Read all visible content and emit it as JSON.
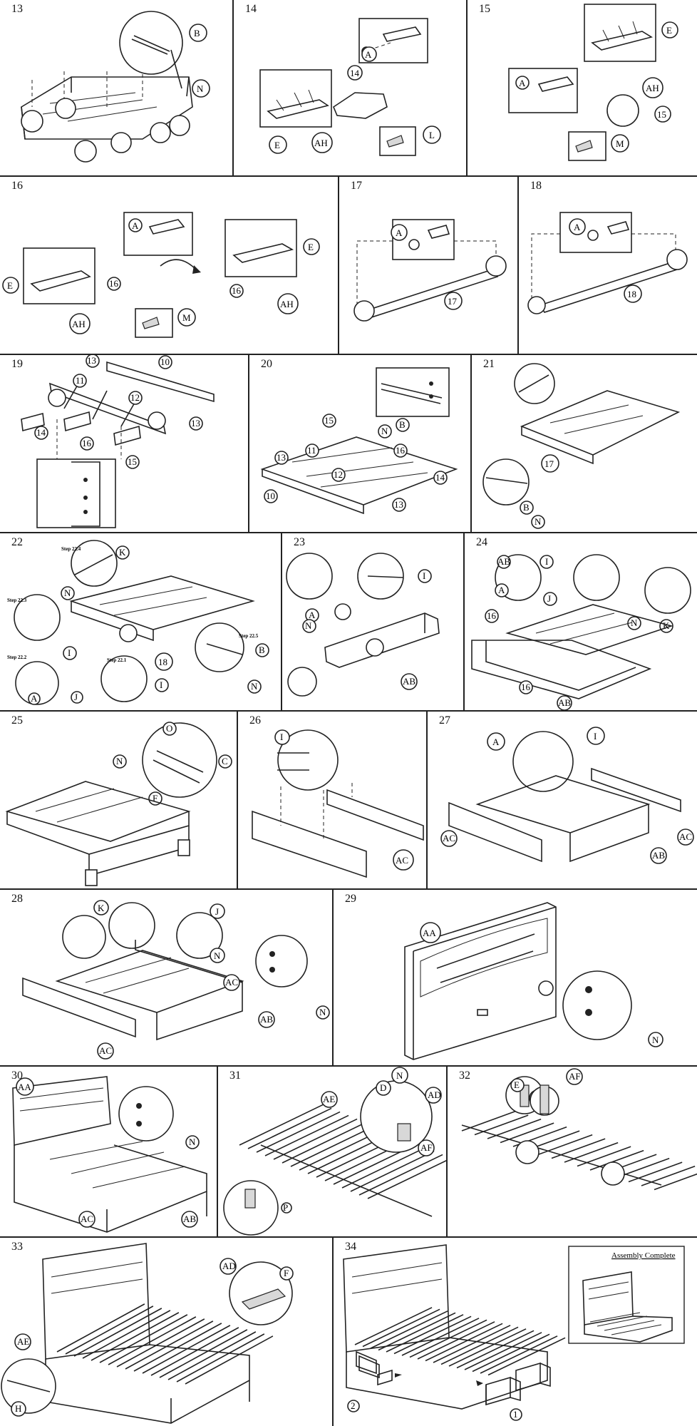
{
  "steps": {
    "s13": {
      "number": "13",
      "labels": [
        "B",
        "N"
      ]
    },
    "s14": {
      "number": "14",
      "labels": [
        "A",
        "14",
        "E",
        "AH",
        "L"
      ]
    },
    "s15": {
      "number": "15",
      "labels": [
        "E",
        "A",
        "AH",
        "15",
        "M"
      ]
    },
    "s16": {
      "number": "16",
      "labels": [
        "A",
        "16",
        "E",
        "E",
        "16",
        "AH",
        "AH",
        "M"
      ]
    },
    "s17": {
      "number": "17",
      "labels": [
        "A",
        "17"
      ]
    },
    "s18": {
      "number": "18",
      "labels": [
        "A",
        "18"
      ]
    },
    "s19": {
      "number": "19",
      "labels": [
        "10",
        "13",
        "11",
        "12",
        "13",
        "14",
        "16",
        "15"
      ]
    },
    "s20": {
      "number": "20",
      "labels": [
        "15",
        "N",
        "B",
        "11",
        "16",
        "13",
        "12",
        "14",
        "10",
        "13"
      ]
    },
    "s21": {
      "number": "21",
      "labels": [
        "17",
        "B",
        "N"
      ]
    },
    "s22": {
      "number": "22",
      "labels": [
        "K",
        "N",
        "I",
        "A",
        "J",
        "18",
        "B",
        "N",
        "I"
      ],
      "sublabels": [
        "Step 22.4",
        "Step 22.3",
        "Step 22.2",
        "Step 22.1",
        "Step 22.5"
      ]
    },
    "s23": {
      "number": "23",
      "labels": [
        "I",
        "A",
        "N",
        "AB"
      ]
    },
    "s24": {
      "number": "24",
      "labels": [
        "AB",
        "I",
        "A",
        "J",
        "16",
        "N",
        "K",
        "16",
        "AB"
      ]
    },
    "s25": {
      "number": "25",
      "labels": [
        "O",
        "N",
        "C",
        "F"
      ]
    },
    "s26": {
      "number": "26",
      "labels": [
        "I",
        "AC"
      ]
    },
    "s27": {
      "number": "27",
      "labels": [
        "A",
        "I",
        "AC",
        "AC",
        "AB"
      ]
    },
    "s28": {
      "number": "28",
      "labels": [
        "K",
        "J",
        "N",
        "AC",
        "AB",
        "AC",
        "N"
      ]
    },
    "s29": {
      "number": "29",
      "labels": [
        "AA",
        "N"
      ]
    },
    "s30": {
      "number": "30",
      "labels": [
        "AA",
        "N",
        "AC",
        "AB"
      ]
    },
    "s31": {
      "number": "31",
      "labels": [
        "N",
        "AE",
        "D",
        "AD",
        "AF",
        "P"
      ]
    },
    "s32": {
      "number": "32",
      "labels": [
        "E",
        "AF"
      ]
    },
    "s33": {
      "number": "33",
      "labels": [
        "AD",
        "F",
        "AE",
        "H"
      ]
    },
    "s34": {
      "number": "34",
      "labels": [
        "2",
        "1"
      ],
      "complete_caption": "Assembly Complete"
    }
  }
}
